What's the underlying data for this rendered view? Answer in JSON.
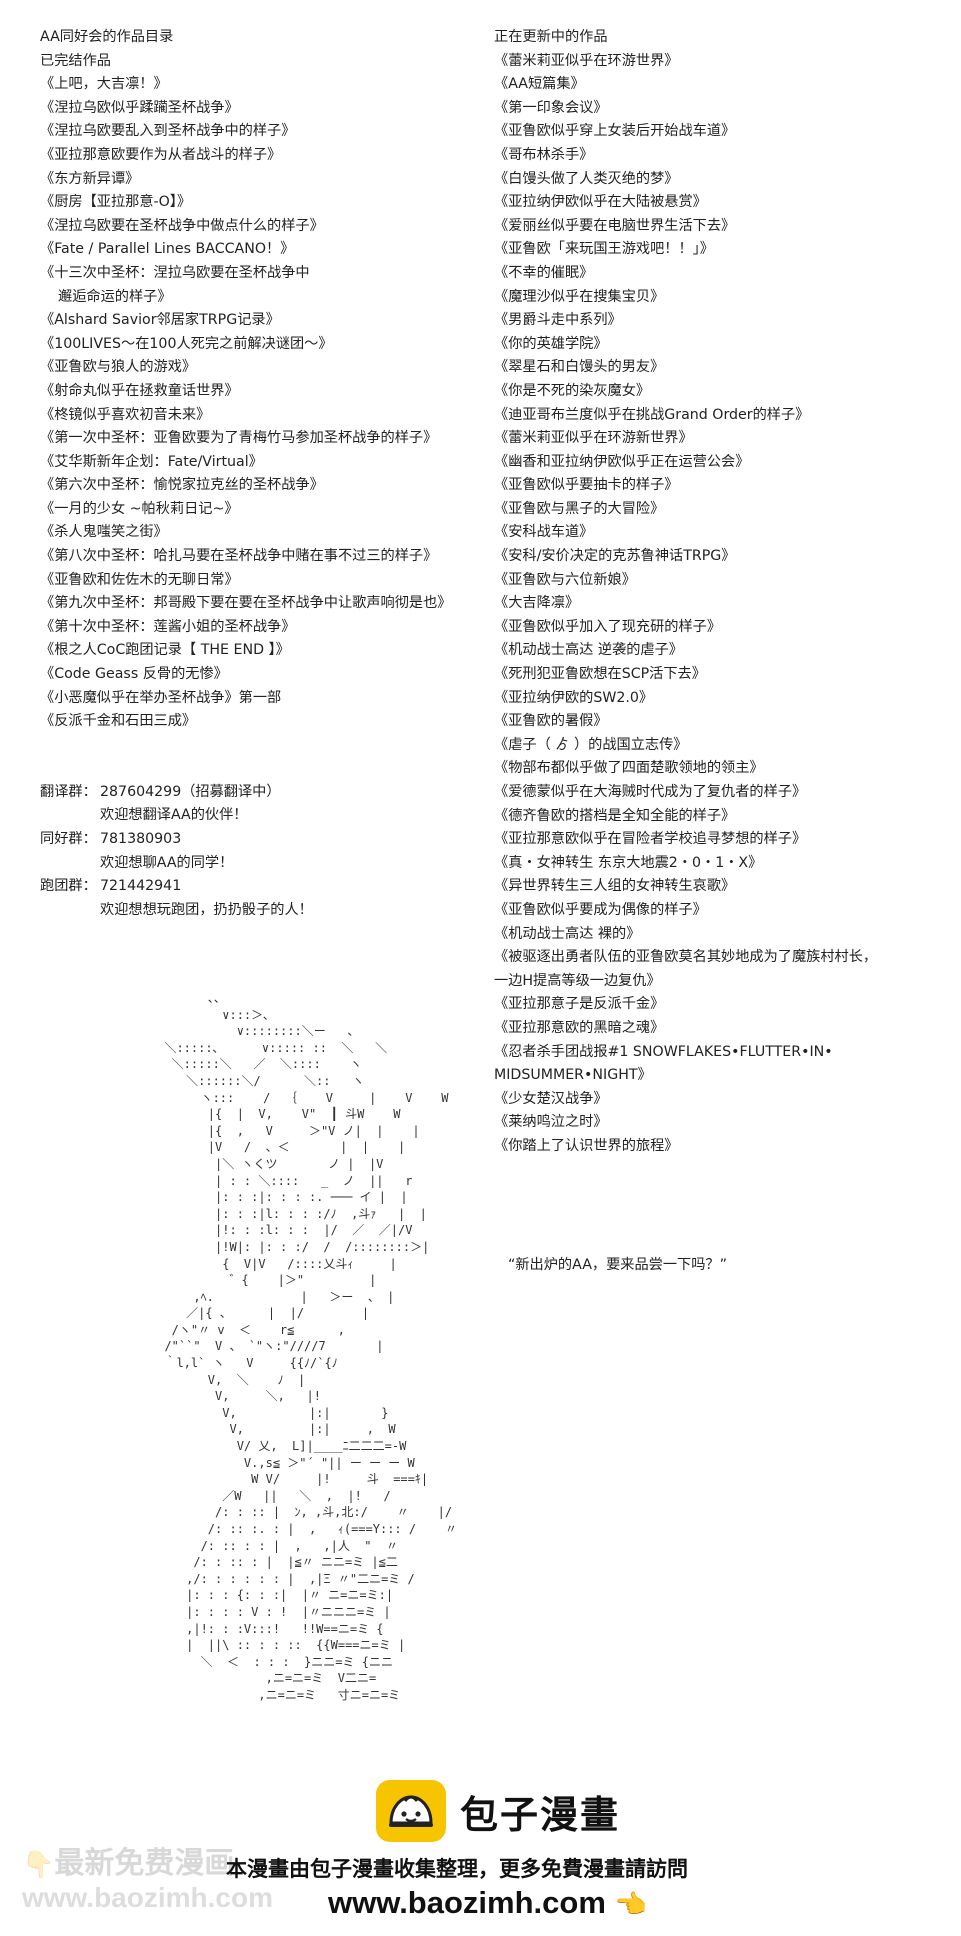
{
  "left_column": {
    "header": "AA同好会的作品目录",
    "section_label": "已完结作品",
    "works": [
      {
        "text": "《上吧，大吉凛！》",
        "indent": false
      },
      {
        "text": "《涅拉乌欧似乎蹂躏圣杯战争》",
        "indent": false
      },
      {
        "text": "《涅拉乌欧要乱入到圣杯战争中的样子》",
        "indent": false
      },
      {
        "text": "《亚拉那意欧要作为从者战斗的样子》",
        "indent": false
      },
      {
        "text": "《东方新异谭》",
        "indent": false
      },
      {
        "text": "《厨房【亚拉那意-O】》",
        "indent": false
      },
      {
        "text": "《涅拉乌欧要在圣杯战争中做点什么的样子》",
        "indent": false
      },
      {
        "text": "《Fate / Parallel Lines BACCANO！》",
        "indent": false
      },
      {
        "text": "《十三次中圣杯：涅拉乌欧要在圣杯战争中",
        "indent": false
      },
      {
        "text": "邂逅命运的样子》",
        "indent": true
      },
      {
        "text": "《Alshard Savior邻居家TRPG记录》",
        "indent": false
      },
      {
        "text": "《100LIVES～在100人死完之前解决谜团～》",
        "indent": false
      },
      {
        "text": "《亚鲁欧与狼人的游戏》",
        "indent": false
      },
      {
        "text": "《射命丸似乎在拯救童话世界》",
        "indent": false
      },
      {
        "text": "《柊镜似乎喜欢初音未来》",
        "indent": false
      },
      {
        "text": "《第一次中圣杯：亚鲁欧要为了青梅竹马参加圣杯战争的样子》",
        "indent": false
      },
      {
        "text": "《艾华斯新年企划：Fate/Virtual》",
        "indent": false
      },
      {
        "text": "《第六次中圣杯：愉悦家拉克丝的圣杯战争》",
        "indent": false
      },
      {
        "text": "《一月的少女 ~帕秋莉日记~》",
        "indent": false
      },
      {
        "text": "《杀人鬼嗤笑之街》",
        "indent": false
      },
      {
        "text": "《第八次中圣杯：哈扎马要在圣杯战争中赌在事不过三的样子》",
        "indent": false
      },
      {
        "text": "《亚鲁欧和佐佐木的无聊日常》",
        "indent": false
      },
      {
        "text": "《第九次中圣杯：邦哥殿下要在要在圣杯战争中让歌声响彻是也》",
        "indent": false
      },
      {
        "text": "《第十次中圣杯：莲酱小姐的圣杯战争》",
        "indent": false
      },
      {
        "text": "《根之人CoC跑团记录【 THE END 】》",
        "indent": false
      },
      {
        "text": "《Code Geass 反骨的无惨》",
        "indent": false
      },
      {
        "text": "《小恶魔似乎在举办圣杯战争》第一部",
        "indent": false
      },
      {
        "text": "《反派千金和石田三成》",
        "indent": false
      }
    ],
    "groups": [
      {
        "label": "翻译群：",
        "number": "287604299（招募翻译中）",
        "note": "欢迎想翻译AA的伙伴！"
      },
      {
        "label": "同好群：",
        "number": "781380903",
        "note": "欢迎想聊AA的同学！"
      },
      {
        "label": "跑团群：",
        "number": "721442941",
        "note": "欢迎想想玩跑团，扔扔骰子的人！"
      }
    ]
  },
  "right_column": {
    "header": "正在更新中的作品",
    "works": [
      "《蕾米莉亚似乎在环游世界》",
      "《AA短篇集》",
      "《第一印象会议》",
      "《亚鲁欧似乎穿上女装后开始战车道》",
      "《哥布林杀手》",
      "《白馒头做了人类灭绝的梦》",
      "《亚拉纳伊欧似乎在大陆被悬赏》",
      "《爱丽丝似乎要在电脑世界生活下去》",
      "《亚鲁欧「来玩国王游戏吧！！」》",
      "《不幸的催眠》",
      "《魔理沙似乎在搜集宝贝》",
      "《男爵斗走中系列》",
      "《你的英雄学院》",
      "《翠星石和白馒头的男友》",
      "《你是不死的染灰魔女》",
      "《迪亚哥布兰度似乎在挑战Grand Order的样子》",
      "《蕾米莉亚似乎在环游新世界》",
      "《幽香和亚拉纳伊欧似乎正在运营公会》",
      "《亚鲁欧似乎要抽卡的样子》",
      "《亚鲁欧与黑子的大冒险》",
      "《安科战车道》",
      "《安科/安价决定的克苏鲁神话TRPG》",
      "《亚鲁欧与六位新娘》",
      "《大吉降凛》",
      "《亚鲁欧似乎加入了现充研的样子》",
      "《机动战士高达 逆袭的虐子》",
      "《死刑犯亚鲁欧想在SCP活下去》",
      "《亚拉纳伊欧的SW2.0》",
      "《亚鲁欧的暑假》",
      "《虐子（ ゟ ）的战国立志传》",
      "《物部布都似乎做了四面楚歌领地的领主》",
      "《爱德蒙似乎在大海贼时代成为了复仇者的样子》",
      "《德齐鲁欧的搭档是全知全能的样子》",
      "《亚拉那意欧似乎在冒险者学校追寻梦想的样子》",
      "《真・女神转生 东京大地震2・0・1・X》",
      "《异世界转生三人组的女神转生哀歌》",
      "《亚鲁欧似乎要成为偶像的样子》",
      "《机动战士高达 裸的》",
      "《被驱逐出勇者队伍的亚鲁欧莫名其妙地成为了魔族村村长，",
      "一边H提高等级一边复仇》",
      "《亚拉那意子是反派千金》",
      "《亚拉那意欧的黑暗之魂》",
      "《忍者杀手团战报#1 SNOWFLAKES•FLUTTER•IN•",
      "MIDSUMMER•NIGHT》",
      "《少女楚汉战争》",
      "《莱纳鸣泣之时》",
      "《你踏上了认识世界的旅程》"
    ]
  },
  "quote": "“新出炉的AA，要来品尝一下吗？”",
  "ascii_art": "        、、\n          ∨:::＞､\n            ∨::::::::＼ー   、\n  ＼:::::､      ∨::::: ::  ＼   ＼\n   ＼:::::＼   ／  ＼::::    ヽ\n     ＼::::::＼/      ＼::   ヽ\n       ヽ:::    /  ｛    V     |    V    W\n        |{  |  V,    V\"  ┃ 斗W    W\n        |{  ,   V     ＞\"V ノ|  |    |\n        |V   /  、＜       |  |    |\n         |＼ ヽくツ       ノ |  |V\n         | : : ＼::::   _  ノ  ||   r\n         |: : :|: : : :. ─── イ |  |\n         |: : :|l: : : :/ﾉ  ,斗ｧ   |  |\n         |!: : :l: : :  |/  ／  ／|/V\n         |!W|: |: : :/  /  /::::::::＞|\n          {  V|V   /::::乂斗ｨ     |\n           ゛{    |＞\"         |\n      ,ﾍ.            |   ＞ー  、 |\n     ／|{ 、     |  |/        |\n   /ヽ\"〃 v  ＜    r≦      ,\n  /\"``\"  V 、 `\"ヽ:\"////7       |\n  ｀l,l` ヽ   V     {{ﾉ/`{ﾉ\n        V,  ＼    ﾉ  |\n         V,     ＼,   |!\n          V,          |:|       }\n           V,         |:|     ,  W\n            V/ 乂,  L]|____ﾆ二二二=-W\n             V.,s≦ ＞\"´ \"|| ー ー ー W\n              W V/     |!     斗  ===ｷ|\n          ／W   ||   ＼  ,  |!   /\n         /: : :: |  ﾝ, ,斗,北:/    〃    |/\n        /: :: :. : |  ,   ｨ(===Y::: /    〃\n       /: :: : : |  ,   ,|人  \"  〃\n      /: : :: : |  |≦〃 ニニ=ミ |≦二\n     ,/: : : : : : |  ,|Ξ 〃\"二ニ=ミ /\n     |: : : {: : :|  |〃 ニ=ニ=ミ:|\n     |: : : : V : !  |〃ニニニ=ミ |\n     ,|!: : :V:::!   !!W==ニ=ミ {\n     |  ||\\ :: : : ::  {{W===ニ=ミ |\n       ＼  ＜  : : :  }ニニ=ミ {ニニ\n                ,ニ=ニ=ミ  V二ニ=\n               ,ニ=ニ=ミ   寸ニ=ニ=ミ",
  "footer": {
    "brand": "包子漫畫",
    "note": "本漫畫由包子漫畫收集整理，更多免費漫畫請訪問",
    "url": "www.baozimh.com",
    "watermark_line1": "最新免费漫画",
    "watermark_line2": "www.baozimh.com",
    "accent_color": "#f6c500",
    "icons": [
      "bun-logo-icon",
      "pointing-hand-icon"
    ]
  }
}
